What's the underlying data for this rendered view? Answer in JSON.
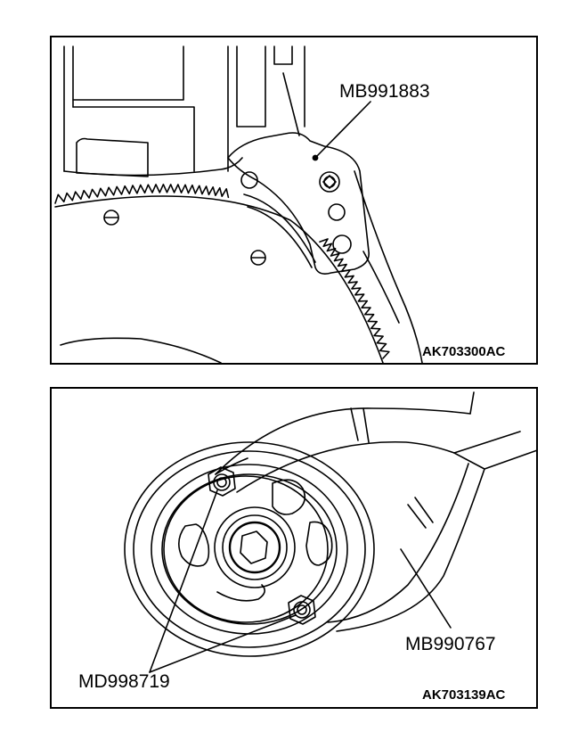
{
  "figure_1": {
    "tool_label": "MB991883",
    "figure_code": "AK703300AC"
  },
  "figure_2": {
    "tool_label_holder": "MB990767",
    "tool_label_pins": "MD998719",
    "figure_code": "AK703139AC"
  }
}
